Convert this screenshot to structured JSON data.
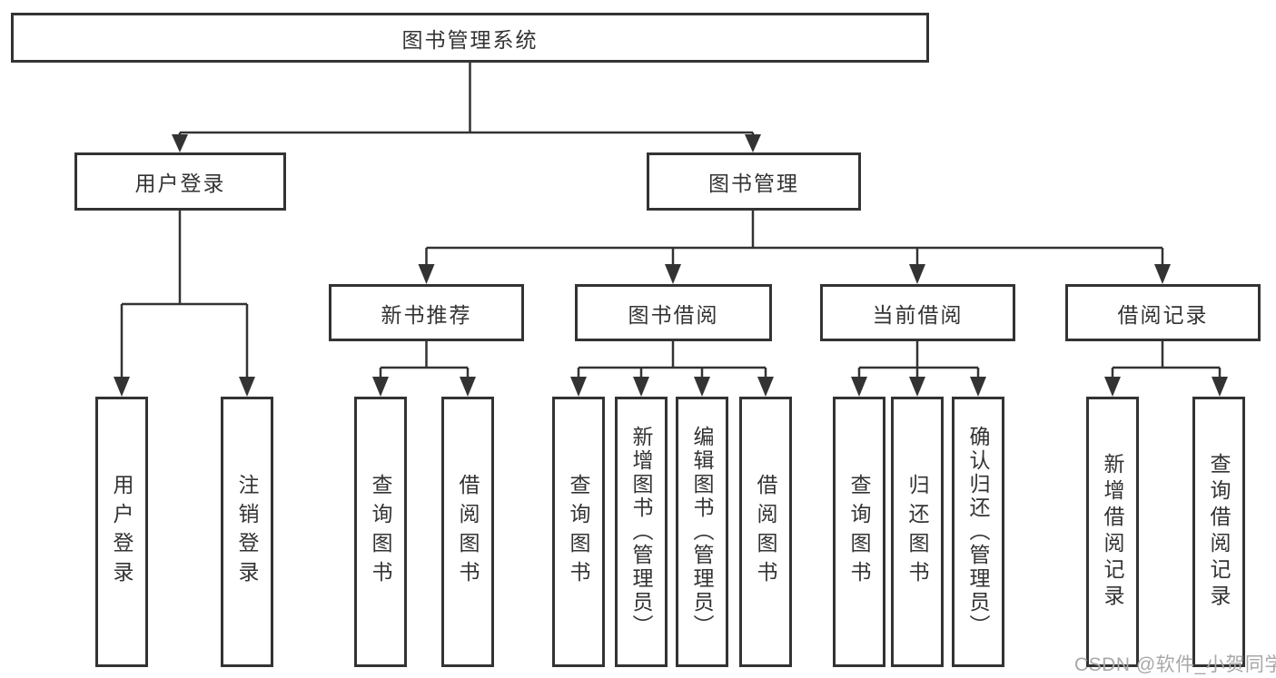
{
  "diagram": {
    "root": {
      "label": "图书管理系统"
    },
    "level2": [
      {
        "label": "用户登录"
      },
      {
        "label": "图书管理"
      }
    ],
    "level3": [
      {
        "label": "新书推荐"
      },
      {
        "label": "图书借阅"
      },
      {
        "label": "当前借阅"
      },
      {
        "label": "借阅记录"
      }
    ],
    "leaves": {
      "user": [
        {
          "label": "用户登录"
        },
        {
          "label": "注销登录"
        }
      ],
      "recommend": [
        {
          "label": "查询图书"
        },
        {
          "label": "借阅图书"
        }
      ],
      "borrow": [
        {
          "label": "查询图书"
        },
        {
          "label": "新增图书（管理员）"
        },
        {
          "label": "编辑图书（管理员）"
        },
        {
          "label": "借阅图书"
        }
      ],
      "current": [
        {
          "label": "查询图书"
        },
        {
          "label": "归还图书"
        },
        {
          "label": "确认归还（管理员）"
        }
      ],
      "records": [
        {
          "label": "新增借阅记录"
        },
        {
          "label": "查询借阅记录"
        }
      ]
    },
    "colors": {
      "line": "#333333",
      "text": "#333333",
      "background": "#ffffff",
      "watermark": "#a8a8a8"
    }
  },
  "watermark": {
    "text": "CSDN @软件_小贺同学"
  }
}
